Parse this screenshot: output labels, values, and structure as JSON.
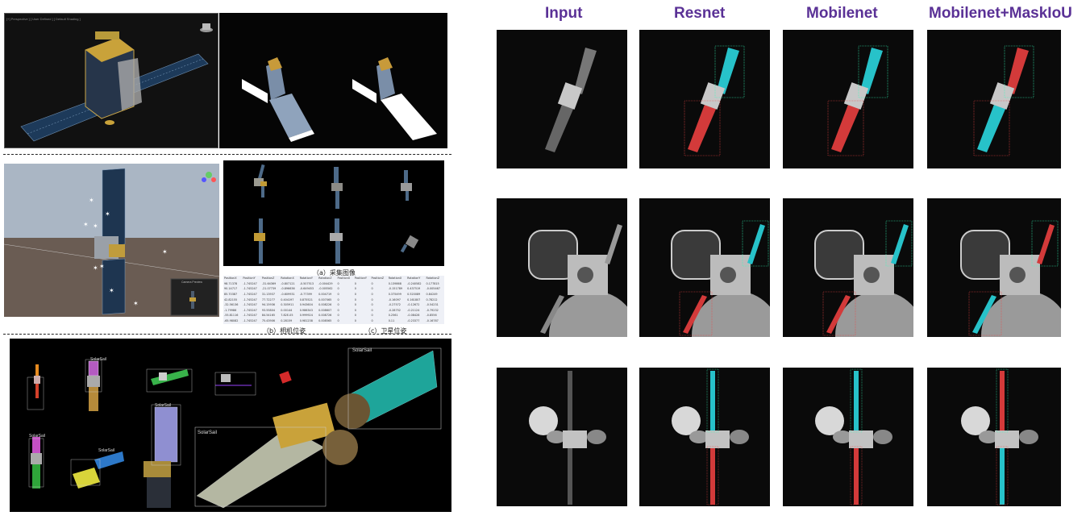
{
  "right_grid": {
    "column_titles": [
      "Input",
      "Resnet",
      "Mobilenet",
      "Mobilenet+MaskIoU"
    ],
    "colors": {
      "title": "#5a3196",
      "resnet_mask": "#d33a3a",
      "mobilenet_mask": "#27c2c9"
    }
  },
  "left": {
    "caption_a": "（a）采集图像",
    "caption_b": "（b）相机位姿",
    "caption_c": "（c）卫星位姿",
    "table_header": [
      "PositionX",
      "PositionY",
      "PositionZ",
      "RotationX",
      "RotationY",
      "RotationZ",
      "PositionX",
      "PositionY",
      "PositionZ",
      "RotationX",
      "RotationY",
      "RotationZ"
    ],
    "table_rows": [
      [
        "98.71378",
        "-1.745247",
        "-31.64369",
        "-0.807121",
        "-0.507513",
        "-0.004429",
        "0",
        "0",
        "0",
        "0.139868",
        "-0.240582",
        "0.177815"
      ],
      [
        "90.14717",
        "-1.745247",
        "-21.07739",
        "-0.896636",
        "-0.649453",
        "-0.005562",
        "0",
        "0",
        "0",
        "-0.151789",
        "0.437519",
        "-0.005467"
      ],
      [
        "85.70387",
        "-1.745247",
        "31.13937",
        "-0.609931",
        "-0.77399",
        "0.004719",
        "0",
        "0",
        "0",
        "0.375499",
        "0.520089",
        "0.84249"
      ],
      [
        "42.82155",
        "-1.745247",
        "77.72277",
        "0.404197",
        "0.875521",
        "0.007065",
        "0",
        "0",
        "0",
        "-0.16097",
        "0.161807",
        "0.78212"
      ],
      [
        "-32.56136",
        "-1.745247",
        "94.15936",
        "0.305911",
        "0.943604",
        "0.008226",
        "0",
        "0",
        "0",
        "-0.27572",
        "-0.12672",
        "-0.54231"
      ],
      [
        "-1.79986",
        "-1.745247",
        "93.55804",
        "0.00144",
        "0.986343",
        "0.008607",
        "0",
        "0",
        "0",
        "-0.28752",
        "-0.21124",
        "-0.79232"
      ],
      [
        "-55.81116",
        "-1.745247",
        "84.54165",
        "7.82E-05",
        "0.999924",
        "0.008726",
        "0",
        "0",
        "0",
        "0.2561",
        "-0.08428",
        "-0.8556"
      ],
      [
        "-65.98082",
        "-1.745247",
        "75.43906",
        "0.28159",
        "0.981238",
        "0.008565",
        "0",
        "0",
        "0",
        "0.11",
        "-0.23377",
        "-0.16787"
      ]
    ],
    "sail_label": "SolarSail",
    "camera_preview": "Camera Preview"
  }
}
